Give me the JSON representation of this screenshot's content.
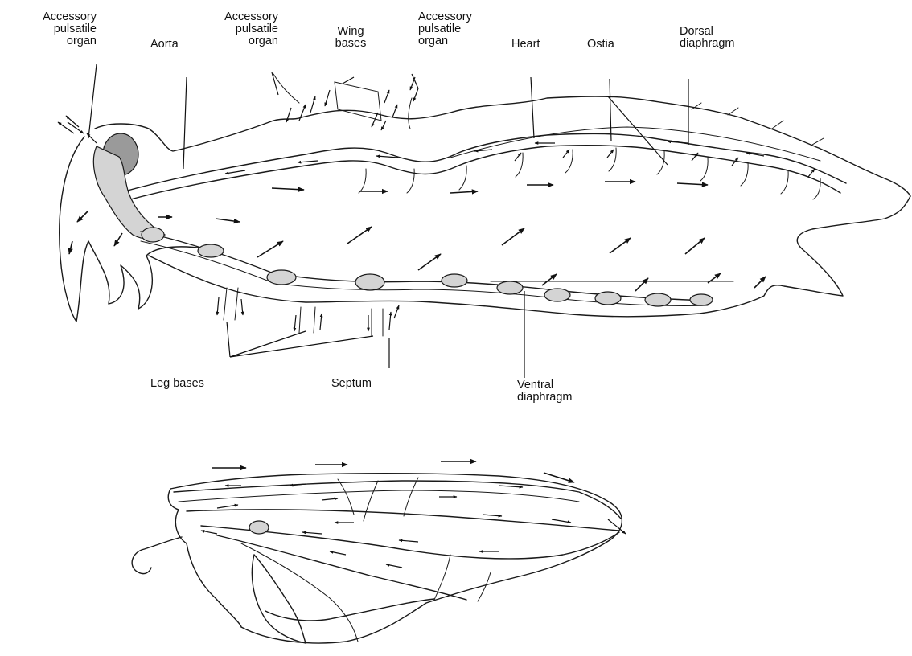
{
  "labels": {
    "accessory_pulsatile_organ_head": [
      "Accessory",
      "pulsatile",
      "organ"
    ],
    "aorta": "Aorta",
    "accessory_pulsatile_organ_wing": [
      "Accessory",
      "pulsatile",
      "organ"
    ],
    "wing_bases": [
      "Wing",
      "bases"
    ],
    "accessory_pulsatile_organ_dorsal": [
      "Accessory",
      "pulsatile",
      "organ"
    ],
    "heart": "Heart",
    "ostia": "Ostia",
    "dorsal_diaphragm": [
      "Dorsal",
      "diaphragm"
    ],
    "leg_bases": "Leg bases",
    "septum": "Septum",
    "ventral_diaphragm": [
      "Ventral",
      "diaphragm"
    ]
  }
}
